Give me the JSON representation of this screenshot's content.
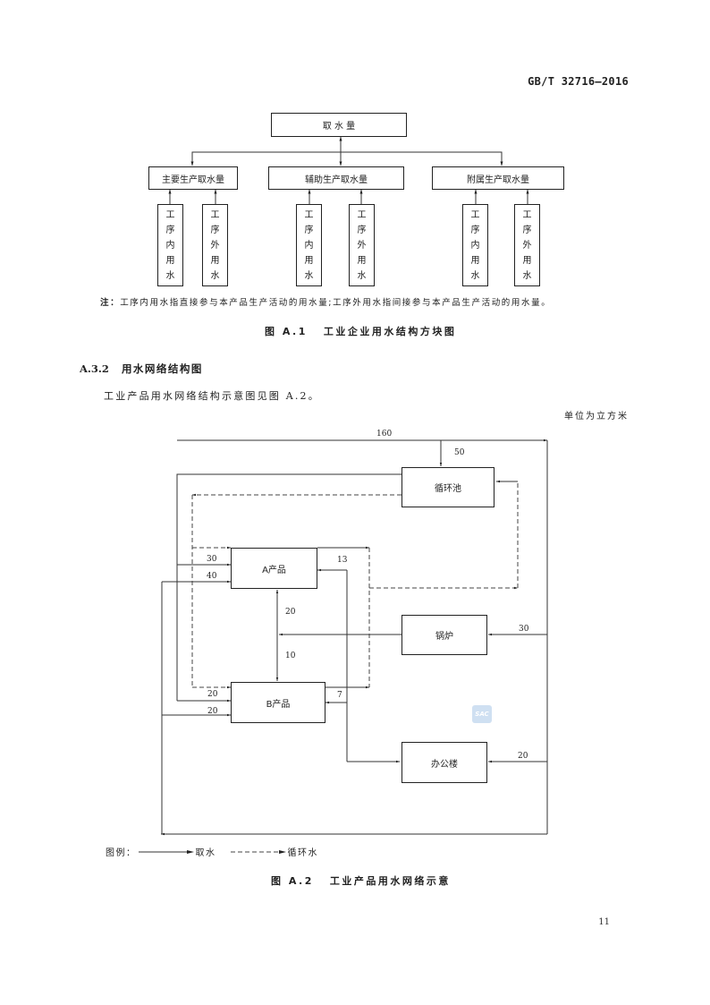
{
  "header": {
    "standard_code": "GB/T 32716—2016"
  },
  "figure_a1": {
    "root": "取 水 量",
    "branches": [
      {
        "label": "主要生产取水量",
        "children": [
          [
            "工",
            "序",
            "内",
            "用",
            "水"
          ],
          [
            "工",
            "序",
            "外",
            "用",
            "水"
          ]
        ]
      },
      {
        "label": "辅助生产取水量",
        "children": [
          [
            "工",
            "序",
            "内",
            "用",
            "水"
          ],
          [
            "工",
            "序",
            "外",
            "用",
            "水"
          ]
        ]
      },
      {
        "label": "附属生产取水量",
        "children": [
          [
            "工",
            "序",
            "内",
            "用",
            "水"
          ],
          [
            "工",
            "序",
            "外",
            "用",
            "水"
          ]
        ]
      }
    ],
    "note_label": "注：",
    "note_text": "工序内用水指直接参与本产品生产活动的用水量;工序外用水指间接参与本产品生产活动的用水量。",
    "caption_num": "图 A.1",
    "caption_text": "工业企业用水结构方块图"
  },
  "section": {
    "number": "A.3.2",
    "title": "用水网络结构图",
    "paragraph": "工业产品用水网络结构示意图见图 A.2。",
    "unit": "单位为立方米"
  },
  "figure_a2": {
    "nodes": {
      "pool": "循环池",
      "product_a": "A产品",
      "product_b": "B产品",
      "boiler": "锅炉",
      "office": "办公楼"
    },
    "flows": {
      "total_intake": "160",
      "to_pool": "50",
      "to_a_1": "30",
      "to_a_2": "40",
      "to_a_from_right": "13",
      "a_b_up": "20",
      "a_b_down": "10",
      "to_b_1": "20",
      "to_b_2": "20",
      "to_b_from_right": "7",
      "to_boiler": "30",
      "to_office": "20"
    },
    "legend": {
      "label": "图例：",
      "solid": "取水",
      "dashed": "循环水"
    },
    "caption_num": "图 A.2",
    "caption_text": "工业产品用水网络示意"
  },
  "watermark": "SAC",
  "page_number": "11"
}
